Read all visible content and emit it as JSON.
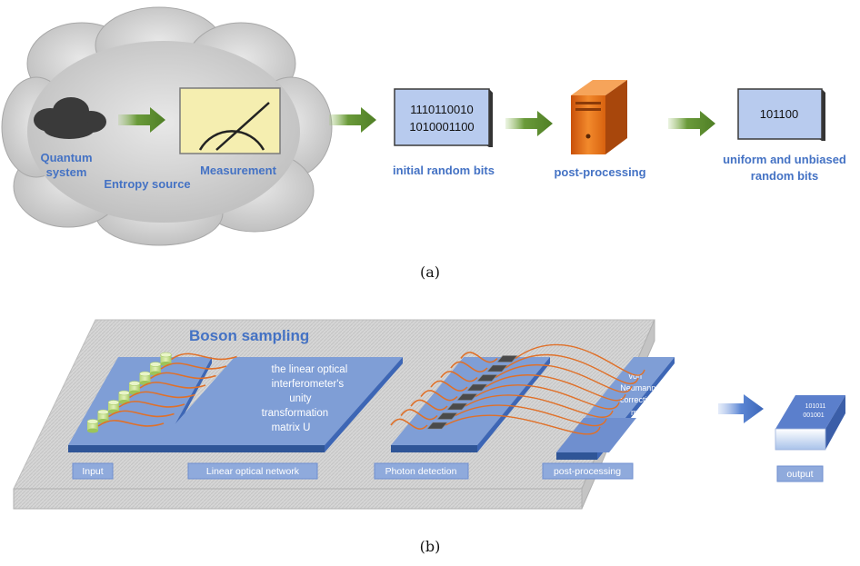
{
  "panel_a": {
    "caption": "(a)",
    "quantum_system": "Quantum system",
    "measurement": "Measurement",
    "entropy_source": "Entropy source",
    "initial_bits_line1": "1110110010",
    "initial_bits_line2": "1010001100",
    "initial_bits_label": "initial random bits",
    "post_processing_label": "post-processing",
    "final_bits": "101100",
    "final_label_line1": "uniform and unbiased",
    "final_label_line2": "random bits"
  },
  "panel_b": {
    "caption": "(b)",
    "title": "Boson sampling",
    "matrix_lines": [
      "the linear optical",
      "interferometer's",
      "unity",
      "transformation",
      "matrix U"
    ],
    "correction_lines": [
      "von",
      "Neumann",
      "correction",
      "method"
    ],
    "output_bits_line1": "101011",
    "output_bits_line2": "001001",
    "labels": {
      "input": "Input",
      "linear_network": "Linear optical network",
      "photon_detection": "Photon detection",
      "post_processing": "post-processing",
      "output": "output"
    }
  },
  "colors": {
    "arrow_green": "#5a8a30",
    "label_blue": "#4472c4",
    "panel_blue": "#7f9ed6",
    "fiber_orange": "#e07028",
    "server_orange": "#e8761a"
  }
}
